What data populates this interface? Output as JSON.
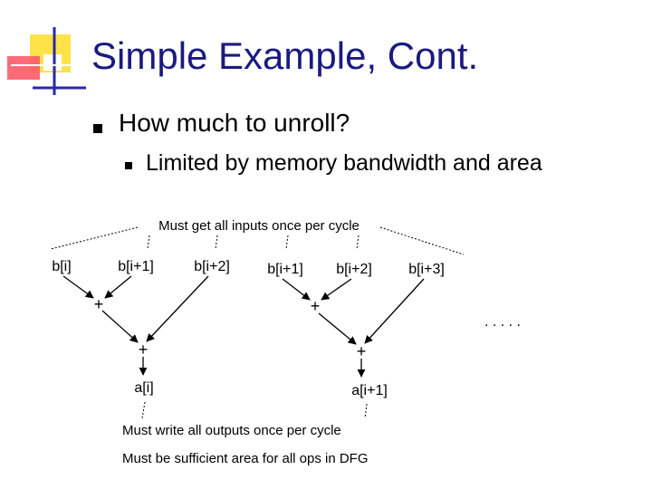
{
  "slide": {
    "title": "Simple Example, Cont.",
    "bullet_1": "How much to unroll?",
    "bullet_1_sub": "Limited by memory bandwidth and area"
  },
  "diagram": {
    "input_note": "Must get all inputs once per cycle",
    "output_note": "Must write all outputs once per cycle",
    "area_note": "Must be sufficient area for all ops in DFG",
    "continuation": ". . . . .",
    "left_tree": {
      "inputs": [
        "b[i]",
        "b[i+1]",
        "b[i+2]"
      ],
      "add_1": "+",
      "add_2": "+",
      "output": "a[i]"
    },
    "right_tree": {
      "inputs": [
        "b[i+1]",
        "b[i+2]",
        "b[i+3]"
      ],
      "add_1": "+",
      "add_2": "+",
      "output": "a[i+1]"
    }
  },
  "colors": {
    "title": "#1a1a80",
    "logo_yellow": "#ffe24a",
    "logo_red": "#ff5a6a",
    "logo_blue": "#2a2aa8"
  }
}
